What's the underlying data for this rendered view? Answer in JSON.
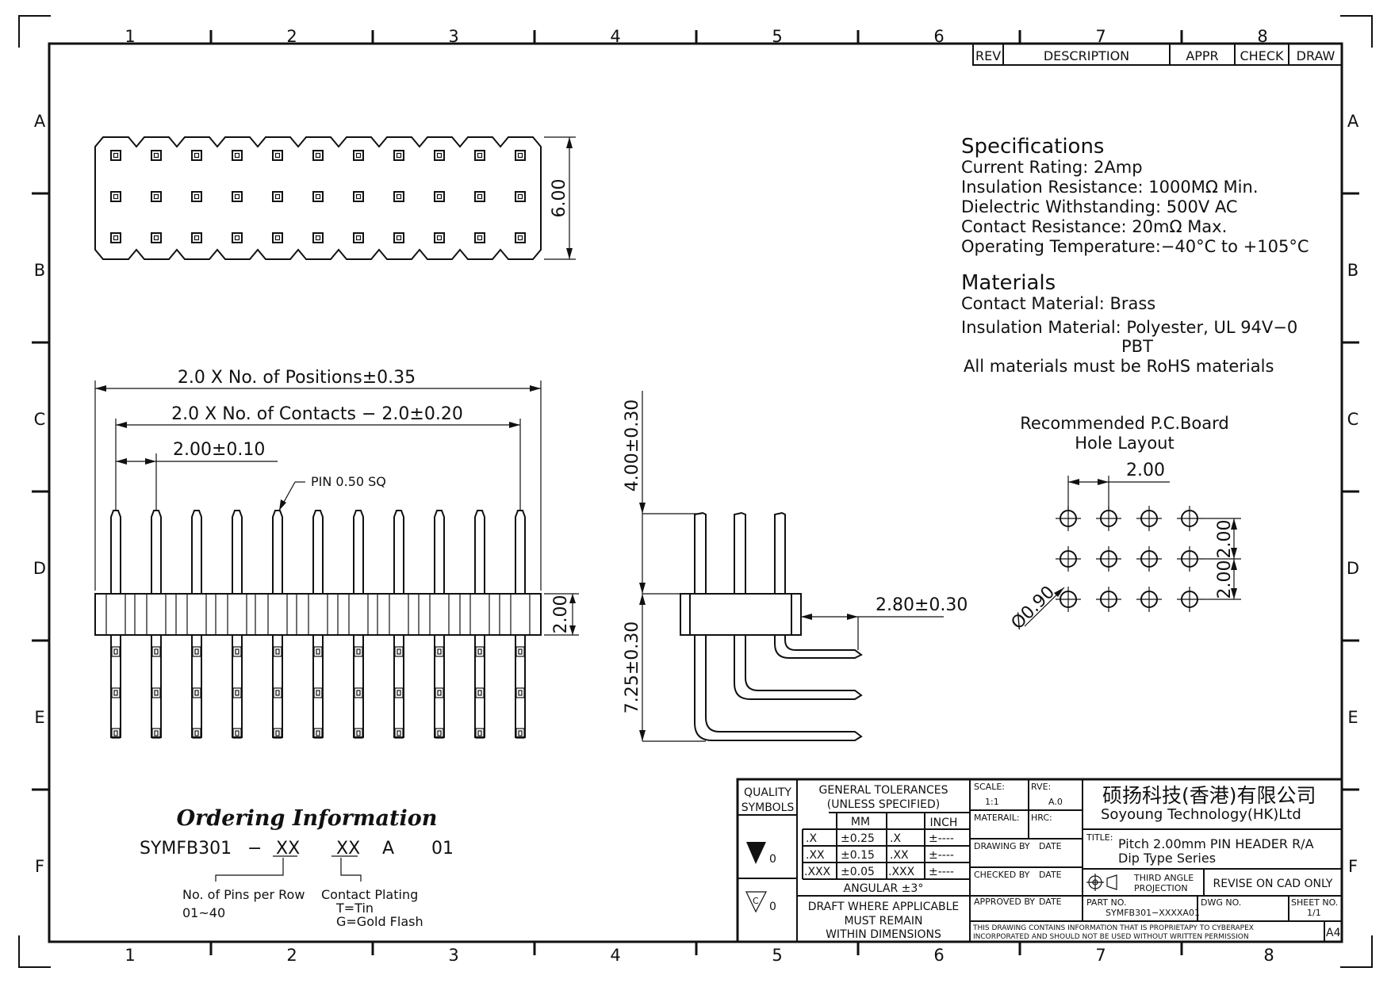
{
  "border": {
    "cols": [
      "1",
      "2",
      "3",
      "4",
      "5",
      "6",
      "7",
      "8"
    ],
    "rows": [
      "A",
      "B",
      "C",
      "D",
      "E",
      "F"
    ]
  },
  "revision_table": {
    "rev": "REV",
    "description": "DESCRIPTION",
    "appr": "APPR",
    "check": "CHECK",
    "draw": "DRAW"
  },
  "specifications": {
    "title": "Specifications",
    "lines": [
      "Current  Rating:   2Amp",
      "Insulation  Resistance:  1000MΩ  Min.",
      "Dielectric  Withstanding:   500V  AC",
      "Contact  Resistance:   20mΩ  Max.",
      "Operating  Temperature:−40°C  to  +105°C"
    ]
  },
  "materials": {
    "title": "Materials",
    "contact": "Contact  Material:  Brass",
    "insulation": "Insulation  Material:  Polyester, UL  94V−0",
    "insulation_alt": "PBT",
    "rohs": "All  materials  must  be  RoHS  materials"
  },
  "dimensions": {
    "height_top": "6.00",
    "positions": "2.0  X  No.  of  Positions±0.35",
    "contacts": "2.0  X  No.  of  Contacts  −  2.0±0.20",
    "pitch": "2.00±0.10",
    "pin": "PIN  0.50  SQ",
    "body_h": "2.00",
    "upper": "4.00±0.30",
    "lower": "7.25±0.30",
    "tail": "2.80±0.30"
  },
  "pcb_layout": {
    "title1": "Recommended  P.C.Board",
    "title2": "Hole  Layout",
    "pitch_x": "2.00",
    "pitch_y1": "2.00",
    "pitch_y2": "2.00",
    "hole": "Ø0.90"
  },
  "ordering": {
    "title": "Ordering Information",
    "code": "SYMFB301",
    "dash": "−",
    "xx1": "XX",
    "xx2": "XX",
    "a": "A",
    "suffix": "01",
    "pins_label": "No.  of  Pins  per  Row",
    "pins_range": "01~40",
    "plating_label": "Contact  Plating",
    "plating_t": "T=Tin",
    "plating_g": "G=Gold  Flash"
  },
  "title_block": {
    "quality1": "QUALITY",
    "quality2": "SYMBOLS",
    "q1_sub": "0",
    "q2_sub": "0",
    "gen_tol1": "GENERAL  TOLERANCES",
    "gen_tol2": "(UNLESS  SPECIFIED)",
    "mm": "MM",
    "inch": "INCH",
    "tol_rows": [
      {
        "mm_key": ".X",
        "mm_val": "±0.25",
        "in_key": ".X",
        "in_val": "±----"
      },
      {
        "mm_key": ".XX",
        "mm_val": "±0.15",
        "in_key": ".XX",
        "in_val": "±----"
      },
      {
        "mm_key": ".XXX",
        "mm_val": "±0.05",
        "in_key": ".XXX",
        "in_val": "±----"
      }
    ],
    "angular": "ANGULAR  ±3°",
    "draft1": "DRAFT  WHERE  APPLICABLE",
    "draft2": "MUST  REMAIN",
    "draft3": "WITHIN  DIMENSIONS",
    "scale_label": "SCALE:",
    "scale": "1:1",
    "rve_label": "RVE:",
    "rve": "A.0",
    "material_label": "MATERAIL:",
    "hrc_label": "HRC:",
    "drawing_by": "DRAWING  BY",
    "checked_by": "CHECKED  BY",
    "approved_by": "APPROVED  BY",
    "date": "DATE",
    "company_cn": "硕扬科技(香港)有限公司",
    "company_en": "Soyoung  Technology(HK)Ltd",
    "title_label": "TITLE:",
    "title1": "Pitch  2.00mm  PIN  HEADER  R/A",
    "title2": "Dip  Type  Series",
    "projection1": "THIRD  ANGLE",
    "projection2": "PROJECTION",
    "revise": "REVISE  ON  CAD  ONLY",
    "part_label": "PART  NO.",
    "part_no": "SYMFB301−XXXXA01",
    "dwg_label": "DWG  NO.",
    "sheet_label": "SHEET  NO.",
    "sheet": "1/1",
    "notice1": "THIS  DRAWING  CONTAINS  INFORMATION  THAT  IS  PROPRIETAPY  TO  CYBERAPEX",
    "notice2": "INCORPORATED  AND  SHOULD  NOT  BE  USED  WITHOUT  WRITTEN  PERMISSION",
    "size": "A4"
  }
}
